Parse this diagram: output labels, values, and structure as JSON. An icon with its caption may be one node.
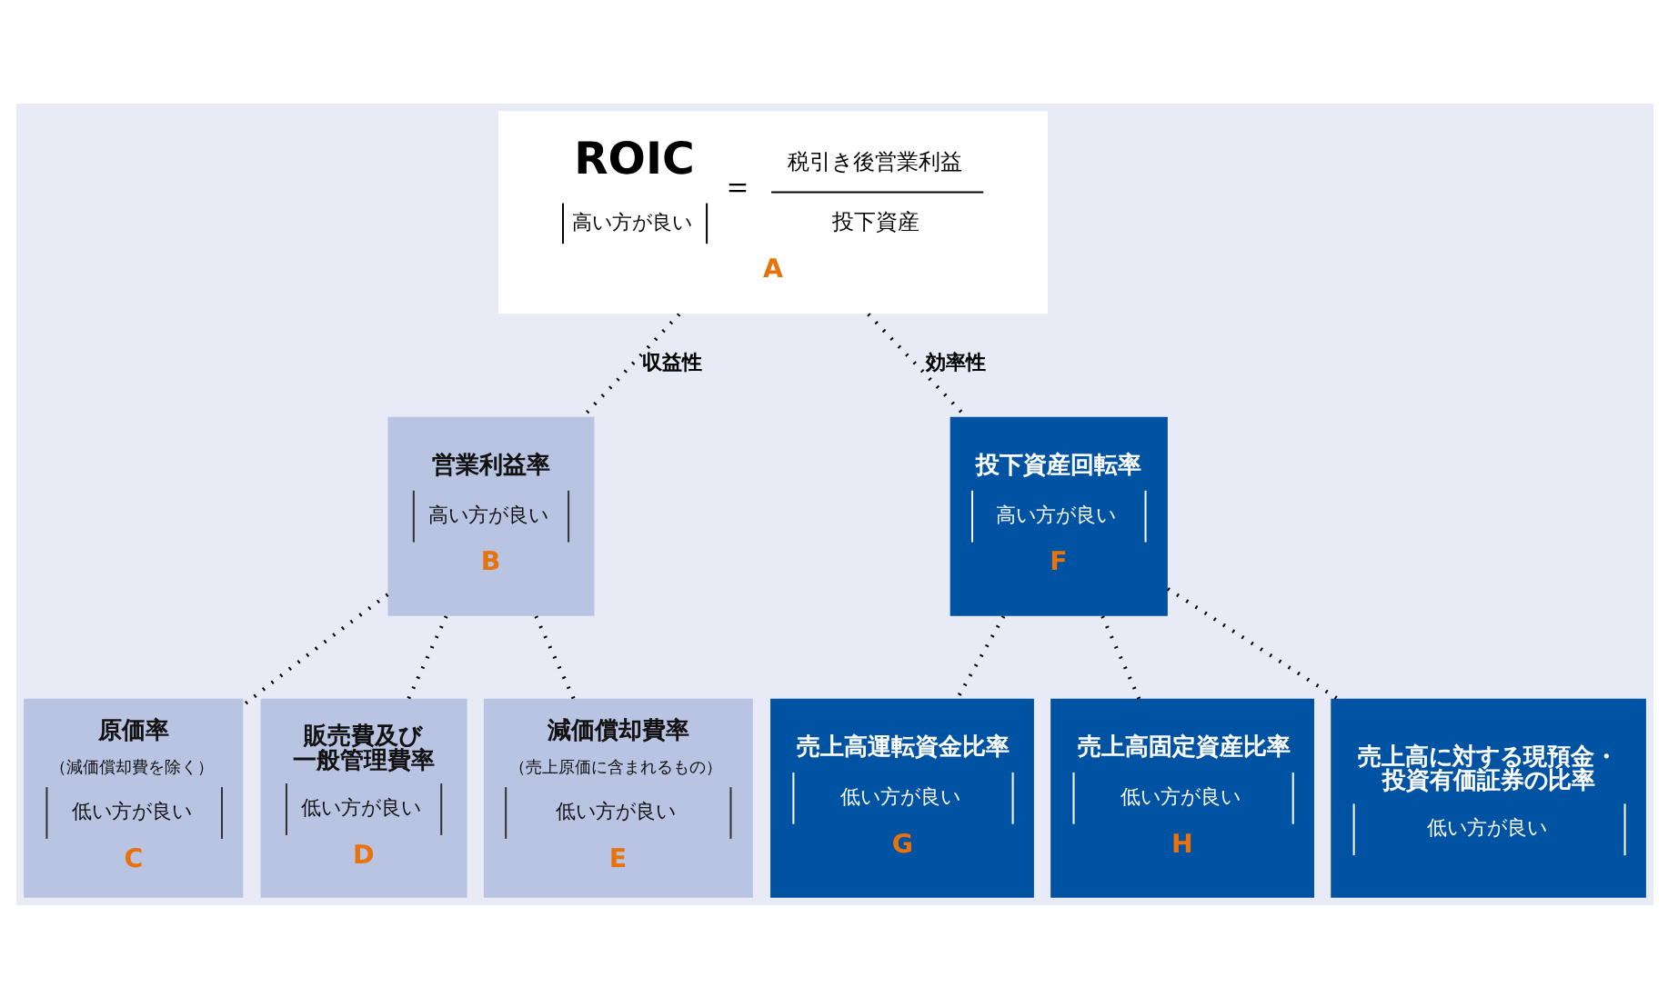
{
  "diagram": {
    "nodes": [
      {
        "text": [
          "ROIC",
          "＝",
          "税引き後営業利益",
          "投下資産",
          "高い方が良い",
          "A"
        ]
      },
      {
        "text": [
          "営業利益率",
          "高い方が良い",
          "B"
        ]
      },
      {
        "text": [
          "投下資産回転率",
          "高い方が良い",
          "F"
        ]
      },
      {
        "text": [
          "原価率",
          "（減価償却費を除く）",
          "低い方が良い",
          "C"
        ]
      },
      {
        "text": [
          "販売費及び一般管理費率",
          "低い方が良い",
          "D"
        ]
      },
      {
        "text": [
          "減価償却費率",
          "（売上原価に含まれるもの）",
          "低い方が良い",
          "E"
        ]
      },
      {
        "text": [
          "売上高運転資金比率",
          "低い方が良い",
          "G"
        ]
      },
      {
        "text": [
          "売上高固定資産比率",
          "低い方が良い",
          "H"
        ]
      },
      {
        "text": [
          "売上高に対する現預金・投資有価証券の比率",
          "低い方が良い"
        ]
      }
    ],
    "edges": [
      {
        "from": 0,
        "to": 1,
        "arrow": "none",
        "style": "dashed",
        "label": "収益性"
      },
      {
        "from": 0,
        "to": 2,
        "arrow": "none",
        "style": "dashed",
        "label": "効率性"
      },
      {
        "from": 1,
        "to": 3,
        "arrow": "none",
        "style": "dashed"
      },
      {
        "from": 1,
        "to": 4,
        "arrow": "none",
        "style": "dashed"
      },
      {
        "from": 1,
        "to": 5,
        "arrow": "none",
        "style": "dashed"
      },
      {
        "from": 2,
        "to": 6,
        "arrow": "none",
        "style": "dashed"
      },
      {
        "from": 2,
        "to": 7,
        "arrow": "none",
        "style": "dashed"
      },
      {
        "from": 2,
        "to": 8,
        "arrow": "none",
        "style": "dashed"
      }
    ]
  }
}
